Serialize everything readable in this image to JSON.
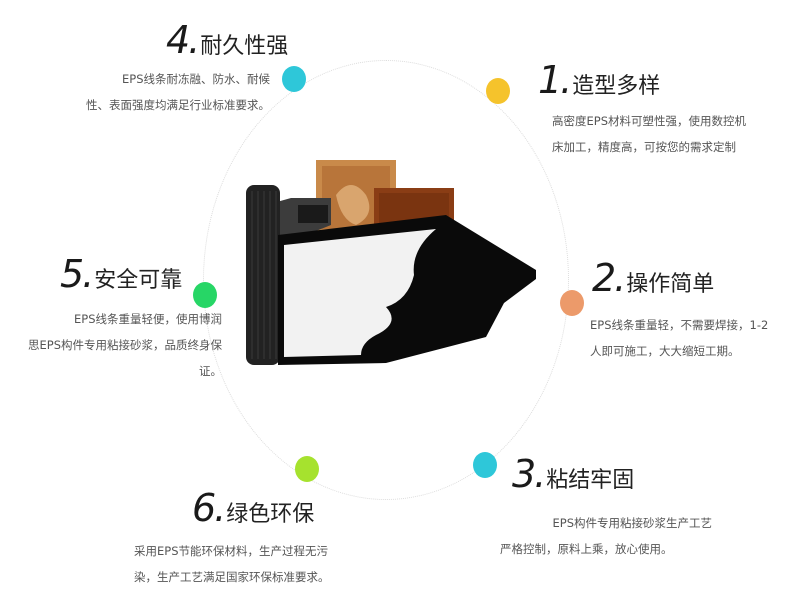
{
  "features": [
    {
      "num": "1.",
      "title": "造型多样",
      "lines": [
        "高密度EPS材料可塑性强，使用数控机",
        "床加工，精度高，可按您的需求定制"
      ],
      "dot_color": "#f5c32c"
    },
    {
      "num": "2.",
      "title": "操作简单",
      "lines": [
        "EPS线条重量轻，不需要焊接，1-2",
        "人即可施工，大大缩短工期。"
      ],
      "dot_color": "#ec9a6a"
    },
    {
      "num": "3.",
      "title": "粘结牢固",
      "lines": [
        "EPS构件专用粘接砂浆生产工艺",
        "严格控制，原料上乘，放心使用。"
      ],
      "dot_color": "#2ec7d9"
    },
    {
      "num": "4.",
      "title": "耐久性强",
      "lines": [
        "EPS线条耐冻融、防水、耐候",
        "性、表面强度均满足行业标准要求。"
      ],
      "dot_color": "#2ec7d9"
    },
    {
      "num": "5.",
      "title": "安全可靠",
      "lines": [
        "EPS线条重量轻便，使用博润",
        "思EPS构件专用粘接砂浆，品质终身保",
        "证。"
      ],
      "dot_color": "#27d666"
    },
    {
      "num": "6.",
      "title": "绿色环保",
      "lines": [
        "采用EPS节能环保材料，生产过程无污",
        "染，生产工艺满足国家环保标准要求。"
      ],
      "dot_color": "#a6e22e"
    }
  ]
}
